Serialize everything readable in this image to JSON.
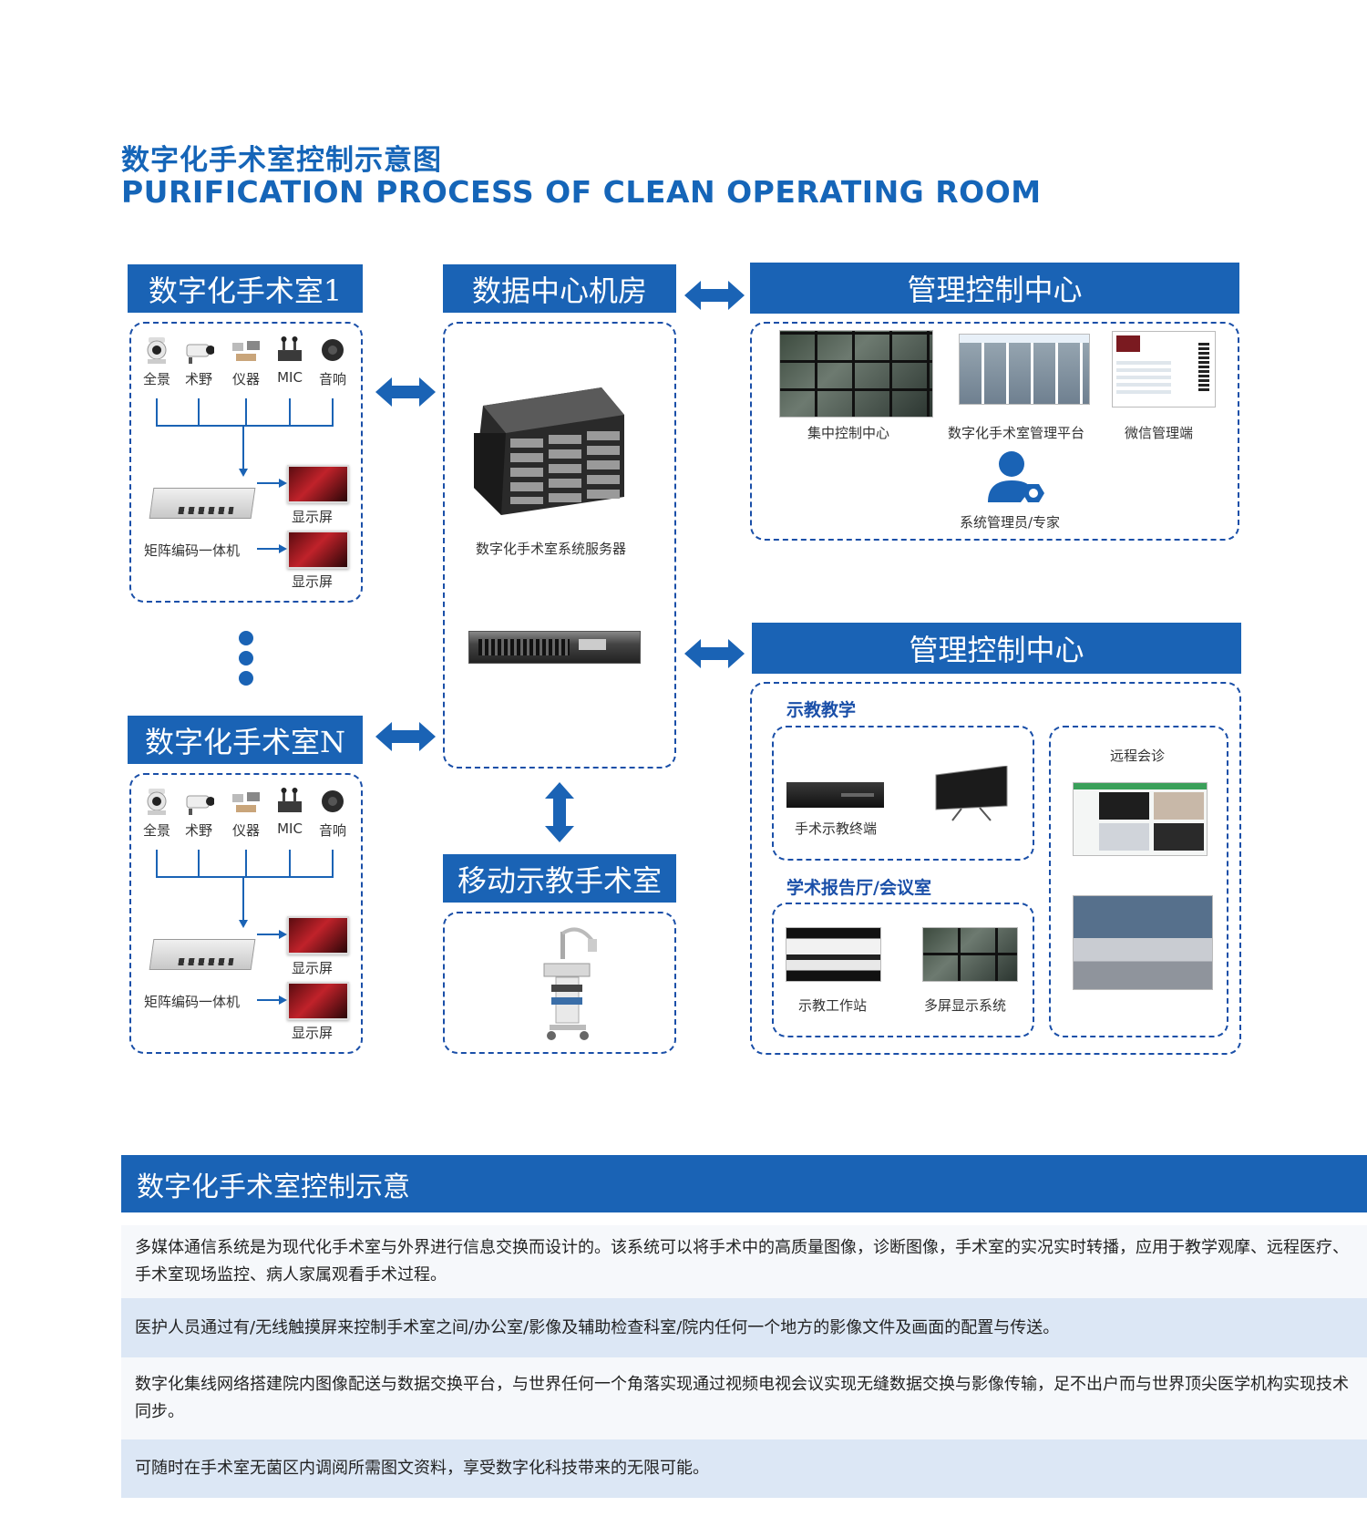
{
  "header": {
    "title_cn": "数字化手术室控制示意图",
    "title_en": "PURIFICATION PROCESS OF CLEAN OPERATING ROOM"
  },
  "room1": {
    "title": "数字化手术室1",
    "devices": [
      "全景",
      "术野",
      "仪器",
      "MIC",
      "音响"
    ],
    "matrix_label": "矩阵编码一体机",
    "screen_label": "显示屏"
  },
  "roomN": {
    "title": "数字化手术室N",
    "devices": [
      "全景",
      "术野",
      "仪器",
      "MIC",
      "音响"
    ],
    "matrix_label": "矩阵编码一体机",
    "screen_label": "显示屏"
  },
  "datacenter": {
    "title": "数据中心机房",
    "server_label": "数字化手术室系统服务器"
  },
  "mobile": {
    "title": "移动示教手术室"
  },
  "mgmt1": {
    "title": "管理控制中心",
    "items": [
      "集中控制中心",
      "数字化手术室管理平台",
      "微信管理端"
    ],
    "admin_label": "系统管理员/专家"
  },
  "mgmt2": {
    "title": "管理控制中心",
    "teaching_heading": "示教教学",
    "teaching_terminal": "手术示教终端",
    "academic_heading": "学术报告厅/会议室",
    "workstation": "示教工作站",
    "multiscreen": "多屏显示系统",
    "remote": "远程会诊"
  },
  "description": {
    "title": "数字化手术室控制示意",
    "paragraphs": [
      "多媒体通信系统是为现代化手术室与外界进行信息交换而设计的。该系统可以将手术中的高质量图像，诊断图像，手术室的实况实时转播，应用于教学观摩、远程医疗、手术室现场监控、病人家属观看手术过程。",
      "医护人员通过有/无线触摸屏来控制手术室之间/办公室/影像及辅助检查科室/院内任何一个地方的影像文件及画面的配置与传送。",
      "数字化集线网络搭建院内图像配送与数据交换平台，与世界任何一个角落实现通过视频电视会议实现无缝数据交换与影像传输，足不出户而与世界顶尖医学机构实现技术同步。",
      "可随时在手术室无菌区内调阅所需图文资料，享受数字化科技带来的无限可能。"
    ]
  },
  "colors": {
    "primary": "#1a63b5",
    "text_blue": "#1565b8",
    "row_alt": "#dce7f5"
  }
}
